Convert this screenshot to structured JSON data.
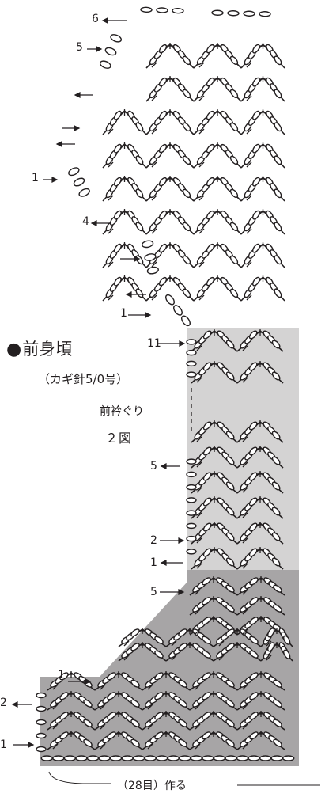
{
  "title": {
    "mark": "●",
    "text": "前身頃"
  },
  "subtitle": "（カギ針5/0号）",
  "notes": {
    "neckline": "前衿ぐり",
    "figure": "２図"
  },
  "foundation_label": "（28目）作る",
  "row_labels": {
    "r6": "6",
    "r5": "5",
    "r1_top": "1",
    "r4": "4",
    "r1_mid": "1",
    "r11": "11",
    "r5_mid": "5",
    "r2_mid": "2",
    "r1_lower": "1",
    "r5_low": "5",
    "r1_step": "1",
    "r2": "2",
    "r1": "1"
  },
  "colors": {
    "stroke": "#231f20",
    "light_gray": "#d4d3d3",
    "dark_gray": "#a7a5a6",
    "chain_fill": "#ffffff"
  }
}
